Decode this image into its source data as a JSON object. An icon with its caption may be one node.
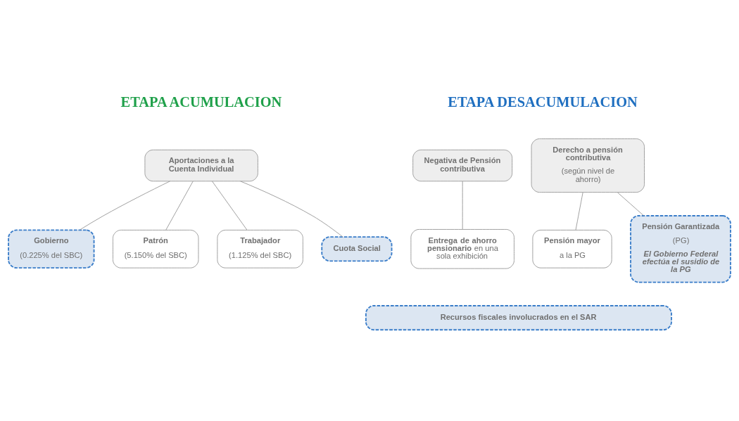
{
  "diagram": {
    "nodes": [
      {
        "text": [
          "Aportaciones a la Cuenta Individual"
        ]
      },
      {
        "text": [
          "Gobierno",
          "(0.225% del SBC)"
        ]
      },
      {
        "text": [
          "Patrón",
          "(5.150% del SBC)"
        ]
      },
      {
        "text": [
          "Trabajador",
          "(1.125% del SBC)"
        ]
      },
      {
        "text": [
          "Cuota Social"
        ]
      },
      {
        "text": [
          "Derecho a pensión contributiva",
          "(según nivel de ahorro)"
        ]
      },
      {
        "text": [
          "Pensión Garantizada",
          "(PG)",
          "El Gobierno Federal efectúa el susidio de la PG"
        ]
      },
      {
        "text": [
          "Pensión mayor",
          "a la PG"
        ]
      },
      {
        "text": [
          "Negativa de Pensión contributiva"
        ]
      },
      {
        "text": [
          "**Entrega de ahorro pensionario** en una sola exhibición"
        ]
      },
      {
        "text": [
          "Recursos fiscales involucrados en el SAR"
        ]
      }
    ],
    "edges": [
      {
        "from": 0,
        "to": 1,
        "arrow": "none"
      },
      {
        "from": 0,
        "to": 2,
        "arrow": "none"
      },
      {
        "from": 0,
        "to": 3,
        "arrow": "none"
      },
      {
        "from": 0,
        "to": 4,
        "arrow": "none"
      },
      {
        "from": 5,
        "to": 6,
        "arrow": "none"
      },
      {
        "from": 5,
        "to": 7,
        "arrow": "none"
      },
      {
        "from": 8,
        "to": 9,
        "arrow": "none"
      }
    ],
    "labels": [
      "ETAPA ACUMULACION",
      "ETAPA DESACUMULACION"
    ]
  }
}
